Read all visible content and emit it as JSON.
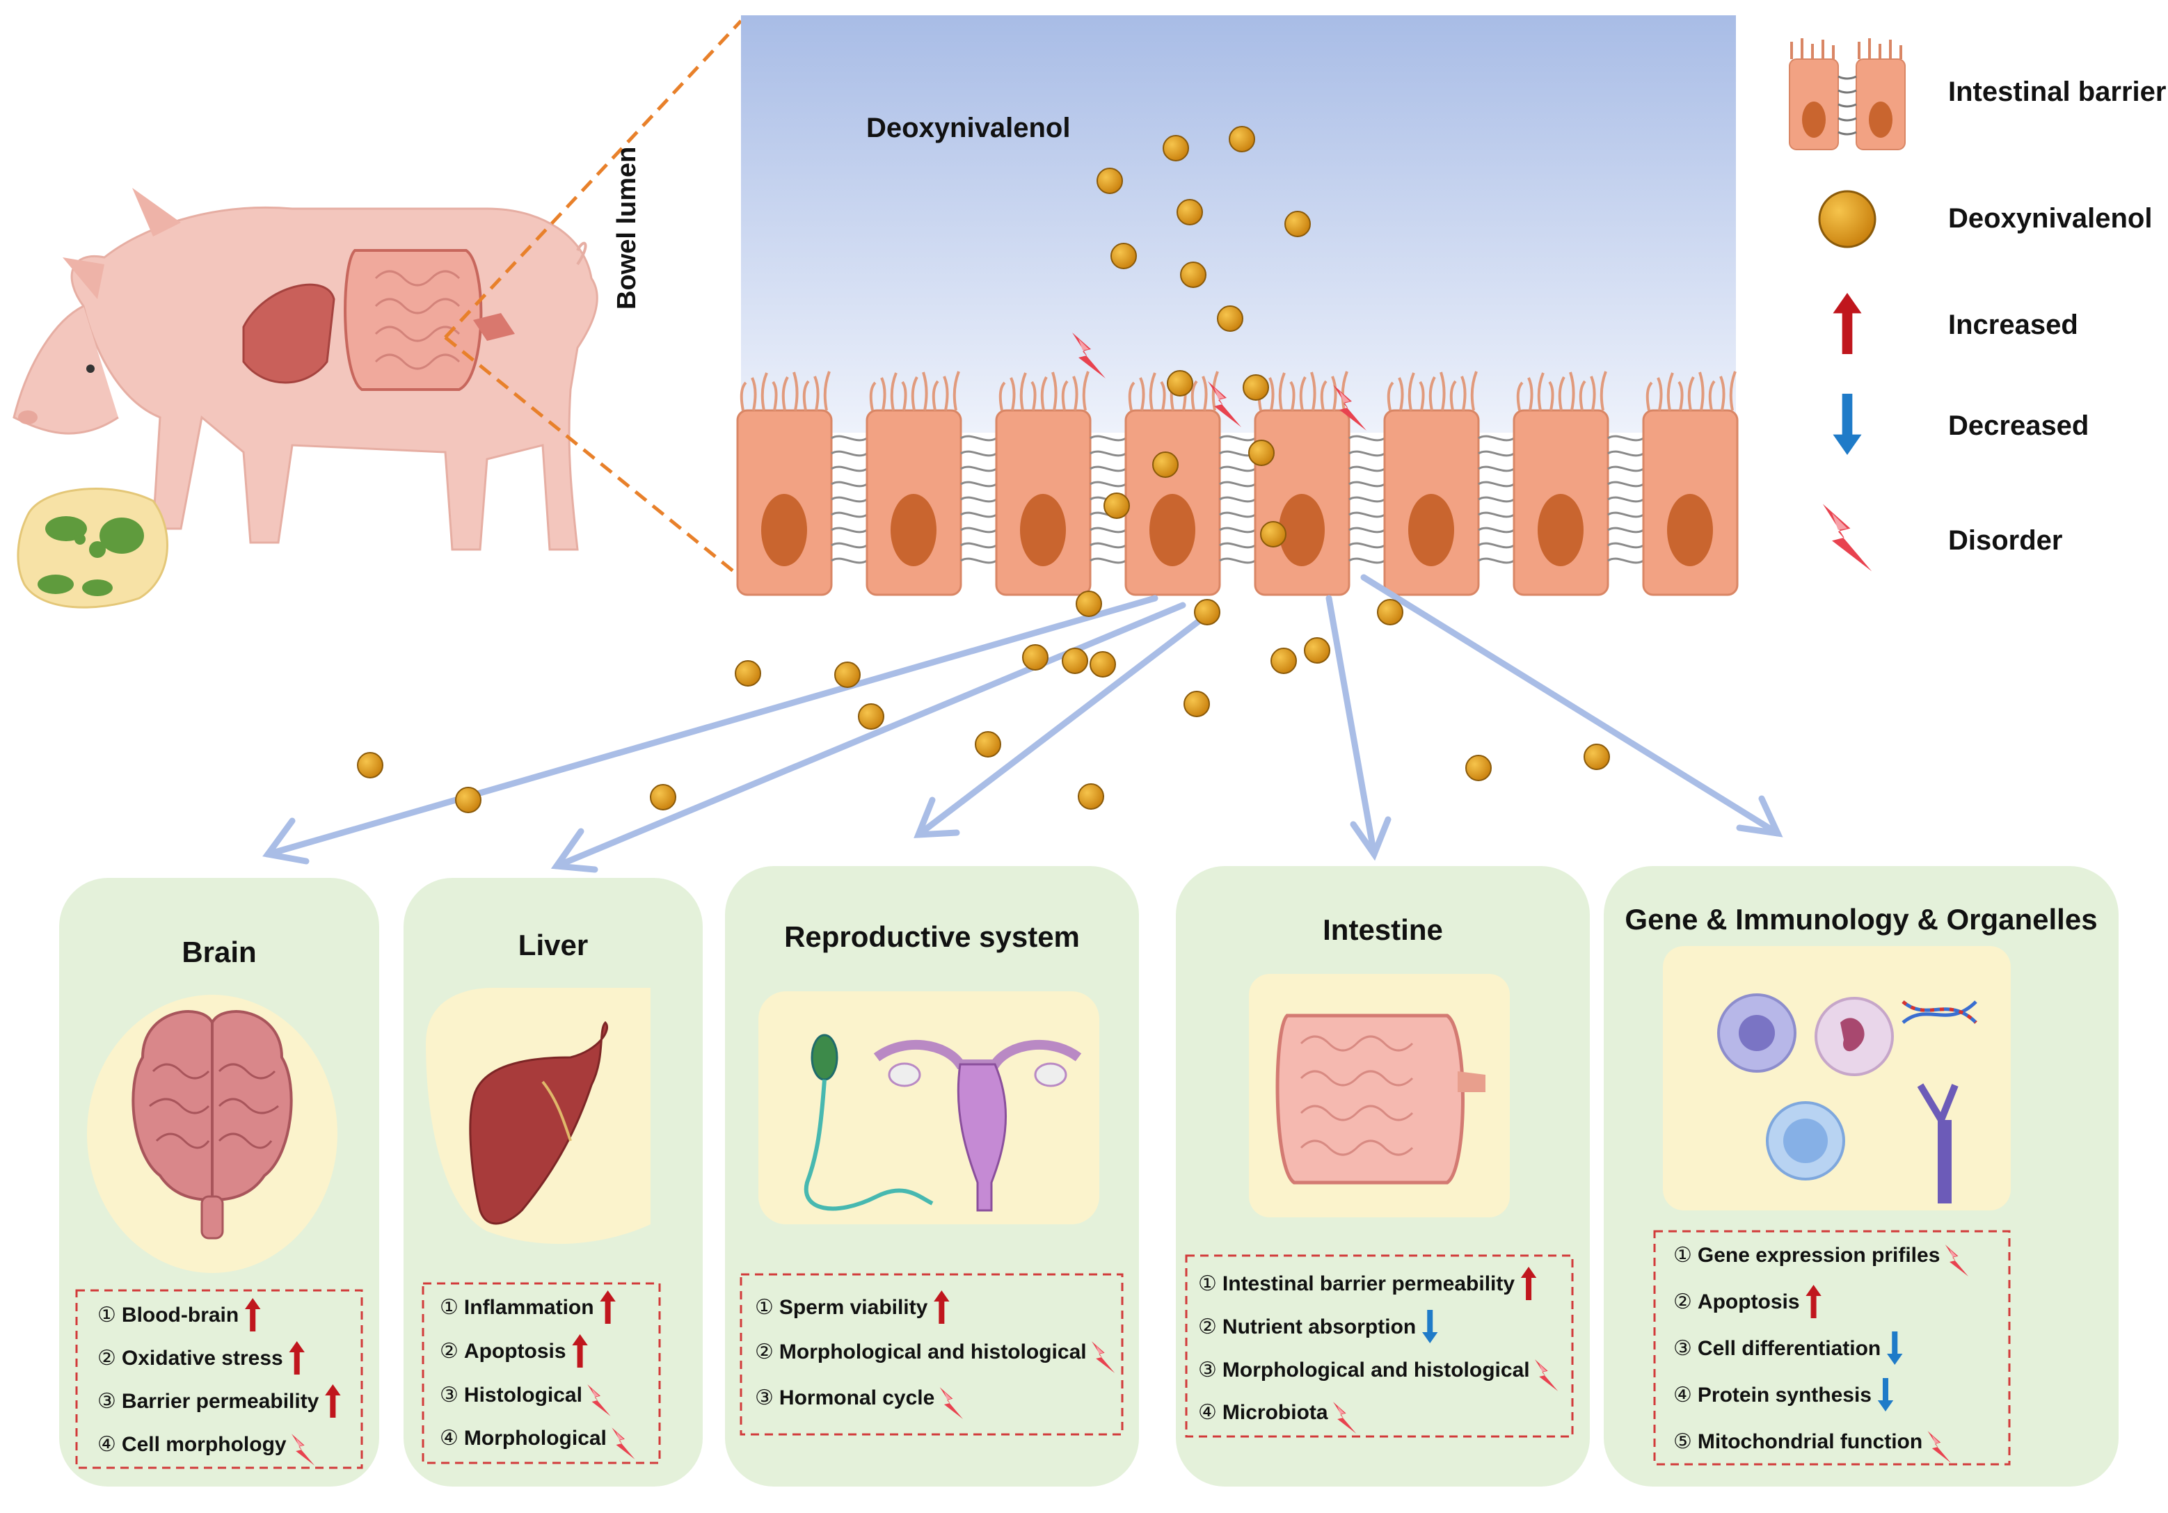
{
  "lumen_title": "Deoxynivalenol",
  "lumen_side_label": "Bowel lumen",
  "legend": [
    {
      "icon": "intestinal-barrier-icon",
      "label": "Intestinal barrier"
    },
    {
      "icon": "deoxynivalenol-molecule-icon",
      "label": "Deoxynivalenol"
    },
    {
      "icon": "increased-arrow-icon",
      "label": "Increased"
    },
    {
      "icon": "decreased-arrow-icon",
      "label": "Decreased"
    },
    {
      "icon": "disorder-lightning-icon",
      "label": "Disorder"
    }
  ],
  "panels": [
    {
      "title": "Brain",
      "items": [
        {
          "num": "①",
          "text": "Blood-brain",
          "mark": "increased"
        },
        {
          "num": "②",
          "text": "Oxidative stress",
          "mark": "increased"
        },
        {
          "num": "③",
          "text": "Barrier permeability",
          "mark": "increased"
        },
        {
          "num": "④",
          "text": "Cell morphology",
          "mark": "disorder"
        }
      ]
    },
    {
      "title": "Liver",
      "items": [
        {
          "num": "①",
          "text": "Inflammation",
          "mark": "increased"
        },
        {
          "num": "②",
          "text": "Apoptosis",
          "mark": "increased"
        },
        {
          "num": "③",
          "text": "Histological",
          "mark": "disorder"
        },
        {
          "num": "④",
          "text": "Morphological",
          "mark": "disorder"
        }
      ]
    },
    {
      "title": "Reproductive system",
      "items": [
        {
          "num": "①",
          "text": "Sperm viability",
          "mark": "increased"
        },
        {
          "num": "②",
          "text": "Morphological and histological",
          "mark": "disorder"
        },
        {
          "num": "③",
          "text": "Hormonal cycle",
          "mark": "disorder"
        }
      ]
    },
    {
      "title": "Intestine",
      "items": [
        {
          "num": "①",
          "text": "Intestinal barrier permeability",
          "mark": "increased"
        },
        {
          "num": "②",
          "text": "Nutrient absorption",
          "mark": "decreased"
        },
        {
          "num": "③",
          "text": "Morphological and histological",
          "mark": "disorder"
        },
        {
          "num": "④",
          "text": "Microbiota",
          "mark": "disorder"
        }
      ]
    },
    {
      "title": "Gene & Immunology & Organelles",
      "items": [
        {
          "num": "①",
          "text": "Gene expression prifiles",
          "mark": "disorder"
        },
        {
          "num": "②",
          "text": "Apoptosis",
          "mark": "increased"
        },
        {
          "num": "③",
          "text": "Cell differentiation",
          "mark": "decreased"
        },
        {
          "num": "④",
          "text": "Protein synthesis",
          "mark": "decreased"
        },
        {
          "num": "⑤",
          "text": "Mitochondrial function",
          "mark": "disorder"
        }
      ]
    }
  ],
  "colors": {
    "lumen_top": "#b9c9ea",
    "lumen_bottom": "#eef2fb",
    "cell_fill": "#f2a283",
    "cell_nucleus": "#c9652f",
    "toxin": "#e09a1c",
    "increased": "#c0161d",
    "decreased": "#1f7bc8",
    "disorder": "#e8424f",
    "panel_bg": "#e4f1da",
    "panel_inner": "#fbf3cc",
    "dashed_box": "#d23a3a",
    "pig": "#f3c6bd",
    "arrow": "#a9bde6",
    "zoom_line": "#e8802a"
  }
}
